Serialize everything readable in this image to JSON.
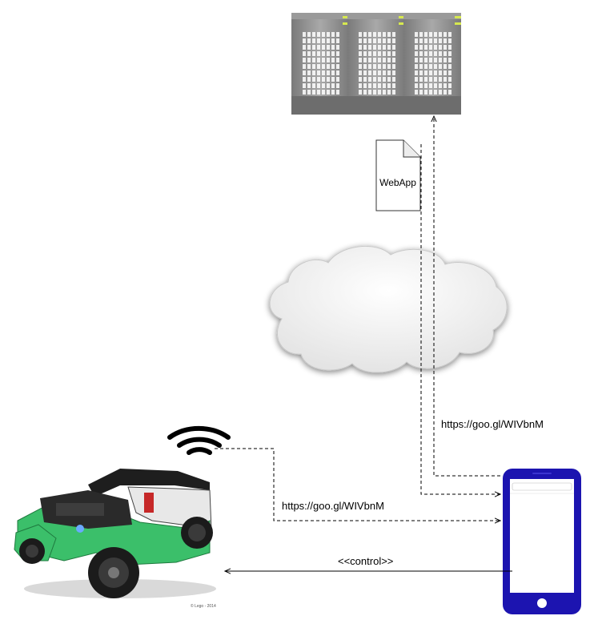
{
  "diagram": {
    "nodes": {
      "server_rack": {
        "icon": "server-rack-icon",
        "colors": {
          "body": "#8c8c8c",
          "led": "#d6e84f",
          "grid": "#ffffff"
        }
      },
      "webapp": {
        "icon": "document-icon",
        "label": "WebApp"
      },
      "cloud": {
        "icon": "cloud-icon",
        "colors": {
          "fill": "#f3f3f3",
          "stroke": "#bdbdbd"
        }
      },
      "wifi": {
        "icon": "wifi-icon",
        "color": "#000000"
      },
      "car": {
        "icon": "lego-car-image",
        "caption": "© Lego - 2014",
        "colors": {
          "body": "#3bbf6a",
          "frame": "#1e1e1e",
          "white": "#e8e8e8"
        }
      },
      "phone": {
        "icon": "smartphone-icon",
        "colors": {
          "body": "#1c14b0",
          "screen": "#ffffff"
        }
      }
    },
    "edges": {
      "server_to_phone_url": {
        "label": "https://goo.gl/WIVbnM",
        "style": "dashed"
      },
      "wifi_to_phone_url": {
        "label": "https://goo.gl/WIVbnM",
        "style": "dashed"
      },
      "phone_to_car_control": {
        "label": "<<control>>",
        "style": "solid"
      }
    }
  }
}
